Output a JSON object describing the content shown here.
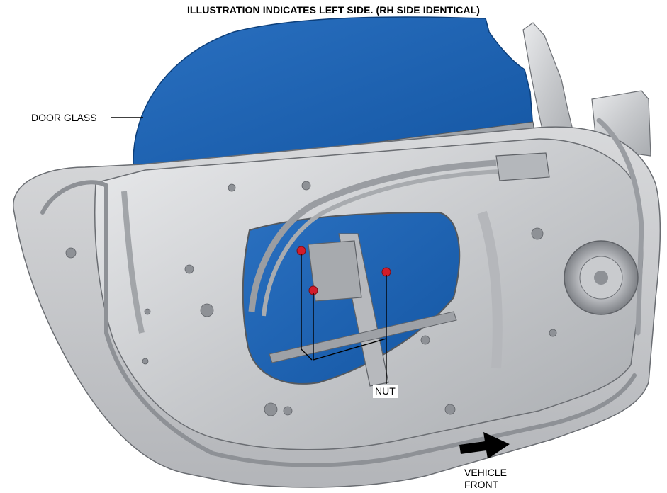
{
  "caption": "ILLUSTRATION INDICATES LEFT SIDE. (RH SIDE IDENTICAL)",
  "labels": {
    "door_glass": "DOOR GLASS",
    "nut": "NUT",
    "vehicle_front_line1": "VEHICLE",
    "vehicle_front_line2": "FRONT"
  },
  "colors": {
    "glass": "#1a5fb0",
    "panel": "#c9cbce",
    "panel_dark": "#8e9196",
    "nut": "#d21c2a",
    "arrow": "#000000"
  }
}
